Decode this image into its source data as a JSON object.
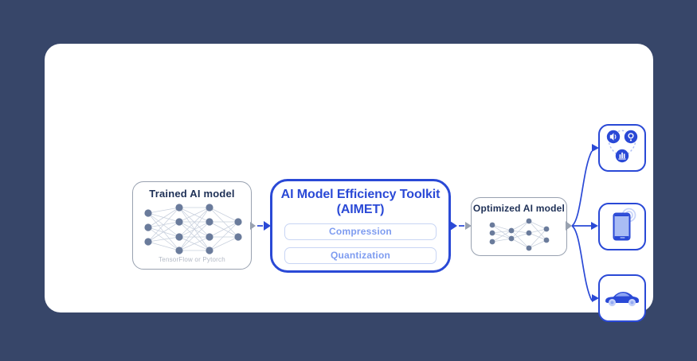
{
  "colors": {
    "background": "#374669",
    "card": "#ffffff",
    "accent": "#2a49d6",
    "navy": "#1e3056",
    "gray_box_border": "#98a1b0",
    "node_slate": "#6a7b9b",
    "button_text_blue": "#7e9cf0",
    "light_periwinkle": "#a9bcf4"
  },
  "diagram": {
    "trained_box": {
      "title": "Trained AI model",
      "caption": "TensorFlow or Pytorch"
    },
    "aimet_box": {
      "title_line1": "AI Model Efficiency Toolkit",
      "title_line2": "(AIMET)",
      "buttons": [
        "Compression",
        "Quantization"
      ]
    },
    "optimized_box": {
      "title": "Optimized AI model"
    },
    "deployment_targets": [
      {
        "name": "multimedia",
        "icons": [
          "speaker-icon",
          "camera-lens-icon",
          "equalizer-icon"
        ]
      },
      {
        "name": "smartphone",
        "icons": [
          "smartphone-icon",
          "signal-waves-icon"
        ]
      },
      {
        "name": "automotive",
        "icons": [
          "car-icon"
        ]
      }
    ]
  }
}
